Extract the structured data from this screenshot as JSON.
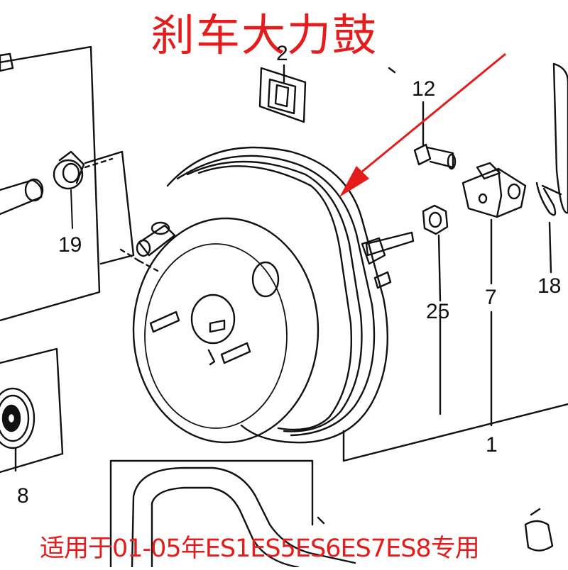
{
  "title": "刹车大力鼓",
  "footer": "适用于01-05年ES1ES5ES6ES7ES8专用",
  "colors": {
    "annotation": "#e41c1c",
    "line_art": "#111111",
    "background": "#ffffff"
  },
  "callouts": [
    "2",
    "12",
    "19",
    "25",
    "7",
    "18",
    "8",
    "1"
  ]
}
